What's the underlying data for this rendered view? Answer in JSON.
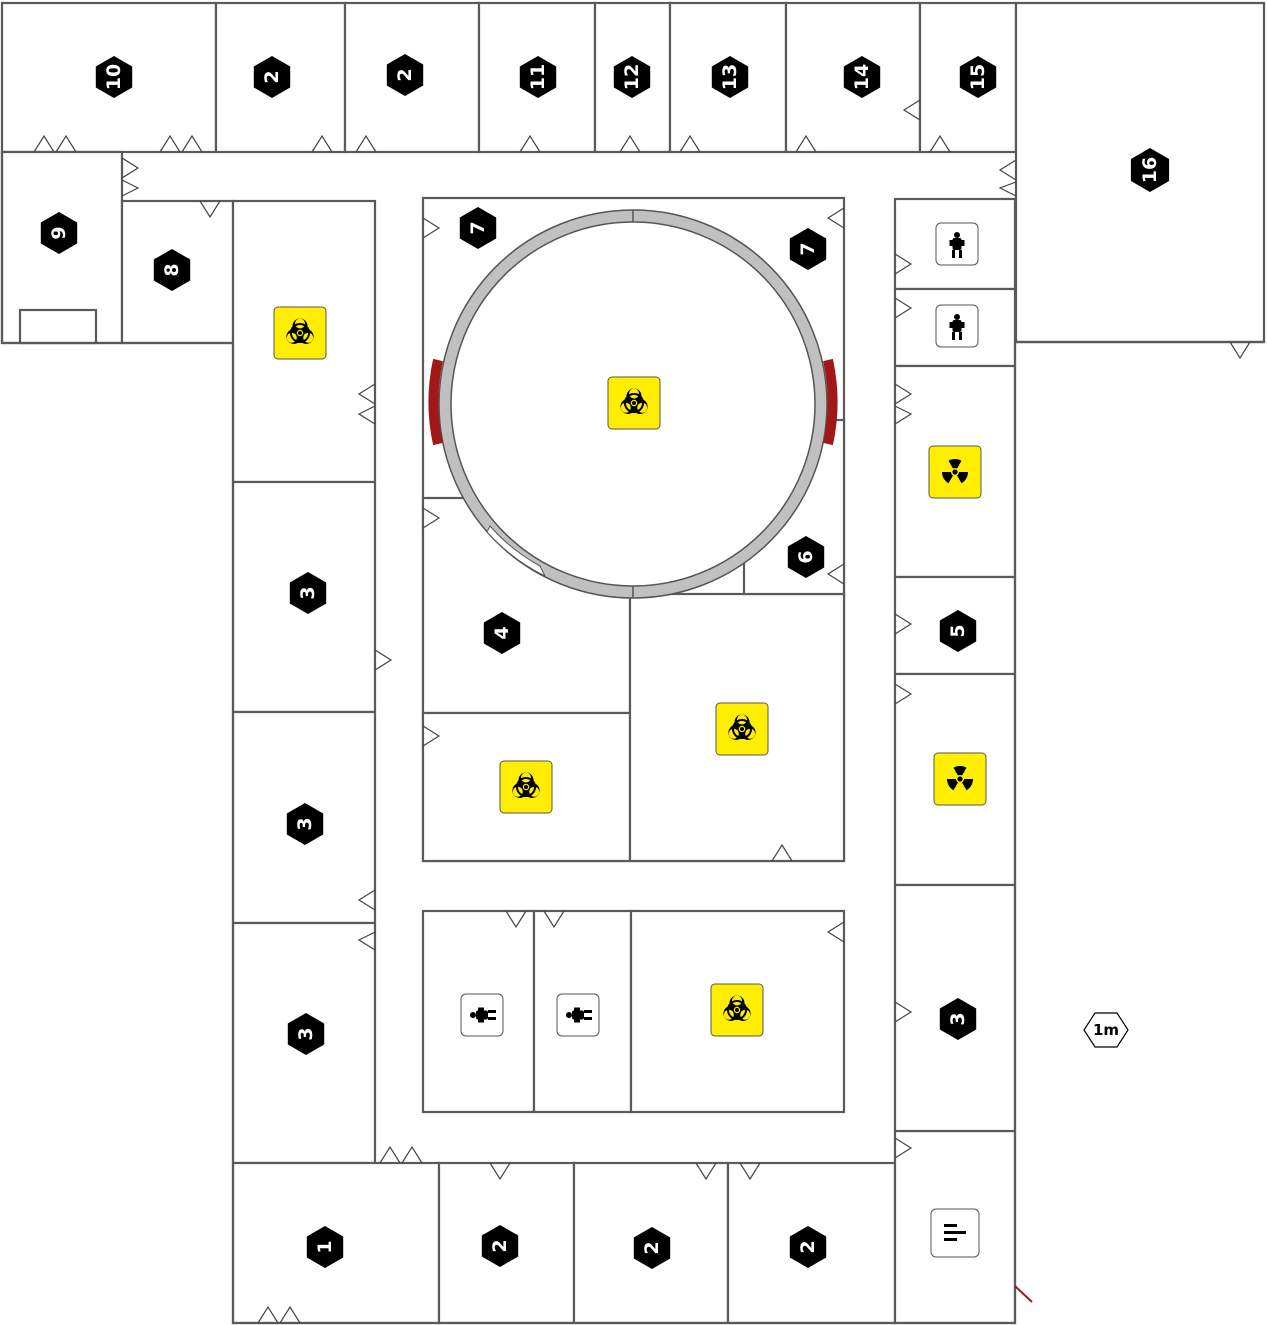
{
  "colors": {
    "wall": "#5a5a5a",
    "hazard_yellow": "#ffee00",
    "label_black": "#000000",
    "ring_grey": "#c0c0c0",
    "airlock_red": "#a01818"
  },
  "room_labels": [
    {
      "id": "r10",
      "text": "10",
      "rotated": true
    },
    {
      "id": "r2a",
      "text": "2",
      "rotated": true
    },
    {
      "id": "r2b",
      "text": "2",
      "rotated": true
    },
    {
      "id": "r11",
      "text": "11",
      "rotated": true
    },
    {
      "id": "r12",
      "text": "12",
      "rotated": true
    },
    {
      "id": "r13",
      "text": "13",
      "rotated": true
    },
    {
      "id": "r14",
      "text": "14",
      "rotated": true
    },
    {
      "id": "r15",
      "text": "15",
      "rotated": true
    },
    {
      "id": "r16",
      "text": "16",
      "rotated": true
    },
    {
      "id": "r9",
      "text": "9",
      "rotated": true
    },
    {
      "id": "r8",
      "text": "8",
      "rotated": true
    },
    {
      "id": "r7a",
      "text": "7",
      "rotated": true
    },
    {
      "id": "r7b",
      "text": "7",
      "rotated": true
    },
    {
      "id": "r6",
      "text": "6",
      "rotated": true
    },
    {
      "id": "r4",
      "text": "4",
      "rotated": true
    },
    {
      "id": "r5",
      "text": "5",
      "rotated": true
    },
    {
      "id": "r3a",
      "text": "3",
      "rotated": true
    },
    {
      "id": "r3b",
      "text": "3",
      "rotated": true
    },
    {
      "id": "r3c",
      "text": "3",
      "rotated": true
    },
    {
      "id": "r3d",
      "text": "3",
      "rotated": true
    },
    {
      "id": "r1",
      "text": "1",
      "rotated": true
    },
    {
      "id": "r2c",
      "text": "2",
      "rotated": true
    },
    {
      "id": "r2d",
      "text": "2",
      "rotated": true
    },
    {
      "id": "r2e",
      "text": "2",
      "rotated": true
    }
  ],
  "hazard_icons": [
    {
      "id": "bio1",
      "type": "biohazard-icon"
    },
    {
      "id": "bio2",
      "type": "biohazard-icon"
    },
    {
      "id": "bio3",
      "type": "biohazard-icon"
    },
    {
      "id": "bio4",
      "type": "biohazard-icon"
    },
    {
      "id": "bio5",
      "type": "biohazard-icon"
    },
    {
      "id": "rad1",
      "type": "radiation-icon"
    },
    {
      "id": "rad2",
      "type": "radiation-icon"
    },
    {
      "id": "wc1",
      "type": "restroom-icon"
    },
    {
      "id": "wc2",
      "type": "restroom-icon"
    },
    {
      "id": "wc3",
      "type": "restroom-icon"
    },
    {
      "id": "wc4",
      "type": "restroom-icon"
    },
    {
      "id": "food1",
      "type": "cafeteria-icon"
    }
  ],
  "scale": {
    "label": "1m"
  }
}
